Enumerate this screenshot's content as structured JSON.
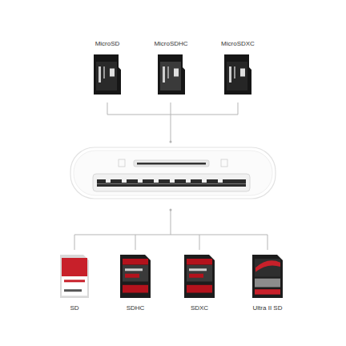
{
  "diagram": {
    "nodes": [
      {
        "text": [
          "MicroSD"
        ]
      },
      {
        "text": [
          "MicroSDHC"
        ]
      },
      {
        "text": [
          "MicroSDXC"
        ]
      },
      {
        "text": [
          "SD"
        ]
      },
      {
        "text": [
          "SDHC"
        ]
      },
      {
        "text": [
          "SDXC"
        ]
      },
      {
        "text": [
          "Ultra II SD"
        ]
      }
    ]
  }
}
